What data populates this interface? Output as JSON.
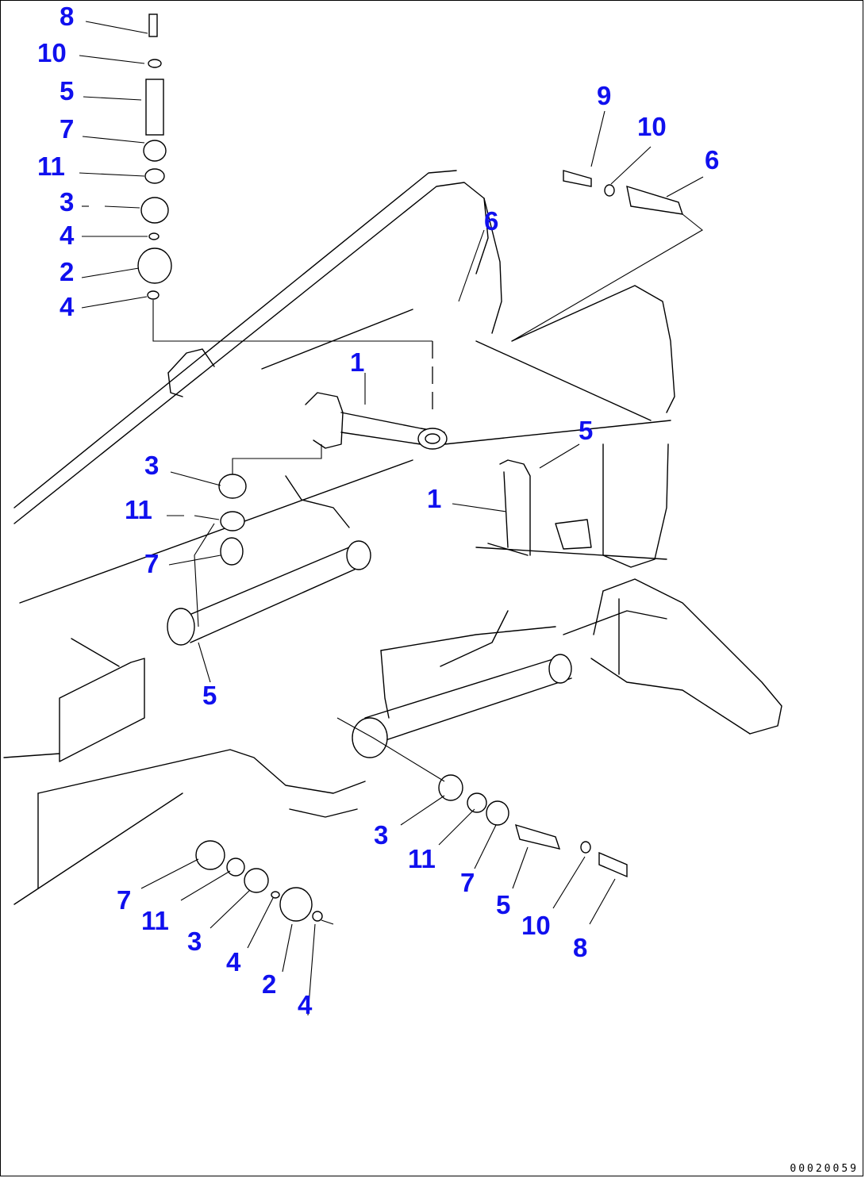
{
  "colors": {
    "accent": "#1010ee",
    "line": "#000000",
    "background": "#ffffff"
  },
  "callouts": [
    {
      "id": "c01",
      "text": "8"
    },
    {
      "id": "c02",
      "text": "10"
    },
    {
      "id": "c03",
      "text": "5"
    },
    {
      "id": "c04",
      "text": "7"
    },
    {
      "id": "c05",
      "text": "11"
    },
    {
      "id": "c06",
      "text": "3"
    },
    {
      "id": "c07",
      "text": "4"
    },
    {
      "id": "c08",
      "text": "2"
    },
    {
      "id": "c09",
      "text": "4"
    },
    {
      "id": "c10",
      "text": "9"
    },
    {
      "id": "c11",
      "text": "10"
    },
    {
      "id": "c12",
      "text": "6"
    },
    {
      "id": "c13",
      "text": "6"
    },
    {
      "id": "c14",
      "text": "1"
    },
    {
      "id": "c15",
      "text": "5"
    },
    {
      "id": "c16",
      "text": "3"
    },
    {
      "id": "c17",
      "text": "1"
    },
    {
      "id": "c18",
      "text": "11"
    },
    {
      "id": "c19",
      "text": "7"
    },
    {
      "id": "c20",
      "text": "5"
    },
    {
      "id": "c21",
      "text": "3"
    },
    {
      "id": "c22",
      "text": "11"
    },
    {
      "id": "c23",
      "text": "7"
    },
    {
      "id": "c24",
      "text": "5"
    },
    {
      "id": "c25",
      "text": "10"
    },
    {
      "id": "c26",
      "text": "8"
    },
    {
      "id": "c27",
      "text": "7"
    },
    {
      "id": "c28",
      "text": "11"
    },
    {
      "id": "c29",
      "text": "3"
    },
    {
      "id": "c30",
      "text": "4"
    },
    {
      "id": "c31",
      "text": "2"
    },
    {
      "id": "c32",
      "text": "4"
    }
  ],
  "drawing_code": "00020059"
}
